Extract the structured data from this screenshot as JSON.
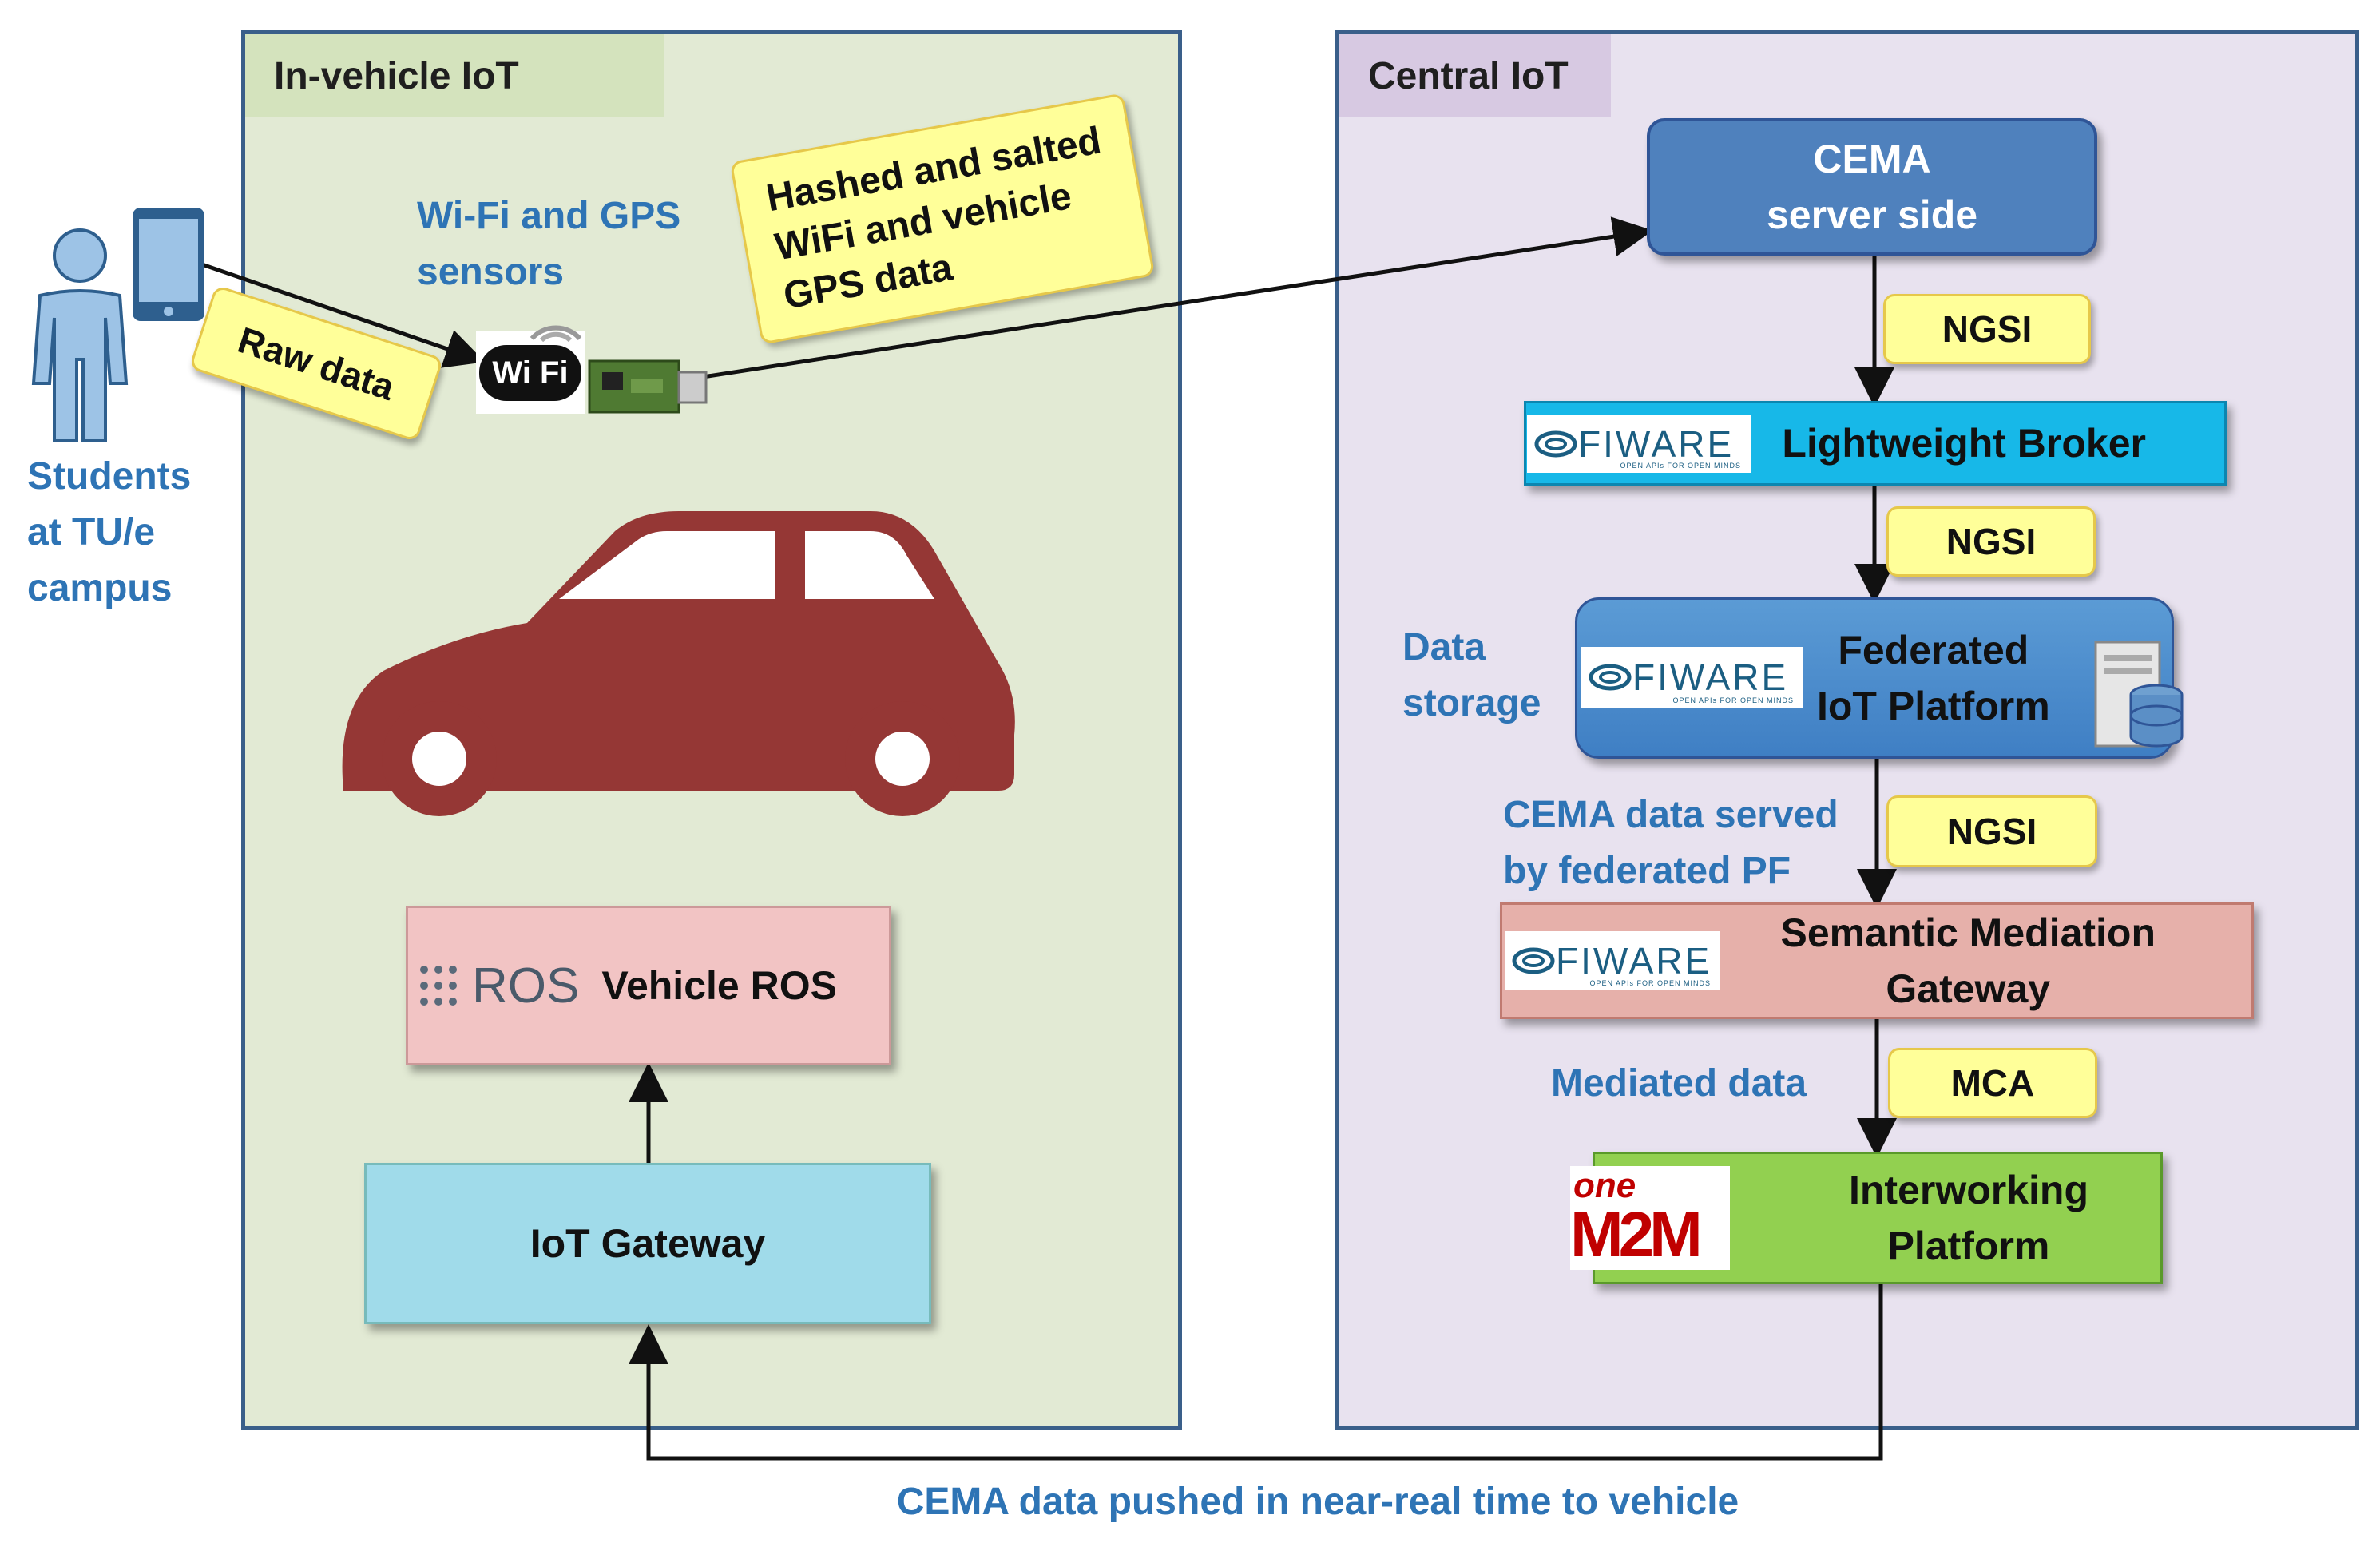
{
  "panels": {
    "left_title": "In-vehicle IoT",
    "right_title": "Central IoT"
  },
  "left": {
    "student_label": "Students\nat TU/e\ncampus",
    "sensors_label": "Wi-Fi and GPS\nsensors",
    "raw_data_tag": "Raw data",
    "hashed_tag": "Hashed and salted\nWiFi and vehicle\nGPS data",
    "wifi_logo_text": "Wi Fi",
    "ros_logo": "ROS",
    "ros_box": "Vehicle ROS",
    "gateway_box": "IoT Gateway"
  },
  "right": {
    "cema_box": "CEMA\nserver side",
    "ngsi_1": "NGSI",
    "broker_box": "Lightweight Broker",
    "ngsi_2": "NGSI",
    "data_storage_label": "Data\nstorage",
    "federated_box": "Federated\nIoT Platform",
    "served_label": "CEMA data served\nby federated PF",
    "ngsi_3": "NGSI",
    "semantic_box": "Semantic Mediation\nGateway",
    "mediated_label": "Mediated data",
    "mca_tag": "MCA",
    "onem2m_top": "one",
    "onem2m_bottom": "M2M",
    "interworking_box": "Interworking\nPlatform",
    "fiware_word": "FIWARE",
    "fiware_sub": "OPEN APIs FOR OPEN MINDS"
  },
  "bottom_caption": "CEMA data pushed in near-real time to vehicle",
  "colors": {
    "left_panel_bg": "#e2ead4",
    "left_title_bg": "#d4e3bd",
    "right_panel_bg": "#e8e2ef",
    "right_title_bg": "#d7c9e2",
    "car": "#953735",
    "cema_box": "#4f81bd",
    "broker_box": "#17b8e8",
    "semantic_box": "#e6b0aa",
    "interworking_box": "#92d050",
    "ros_box": "#f2c4c4",
    "gateway_box": "#a0dbea",
    "label_blue": "#2e74b5"
  }
}
